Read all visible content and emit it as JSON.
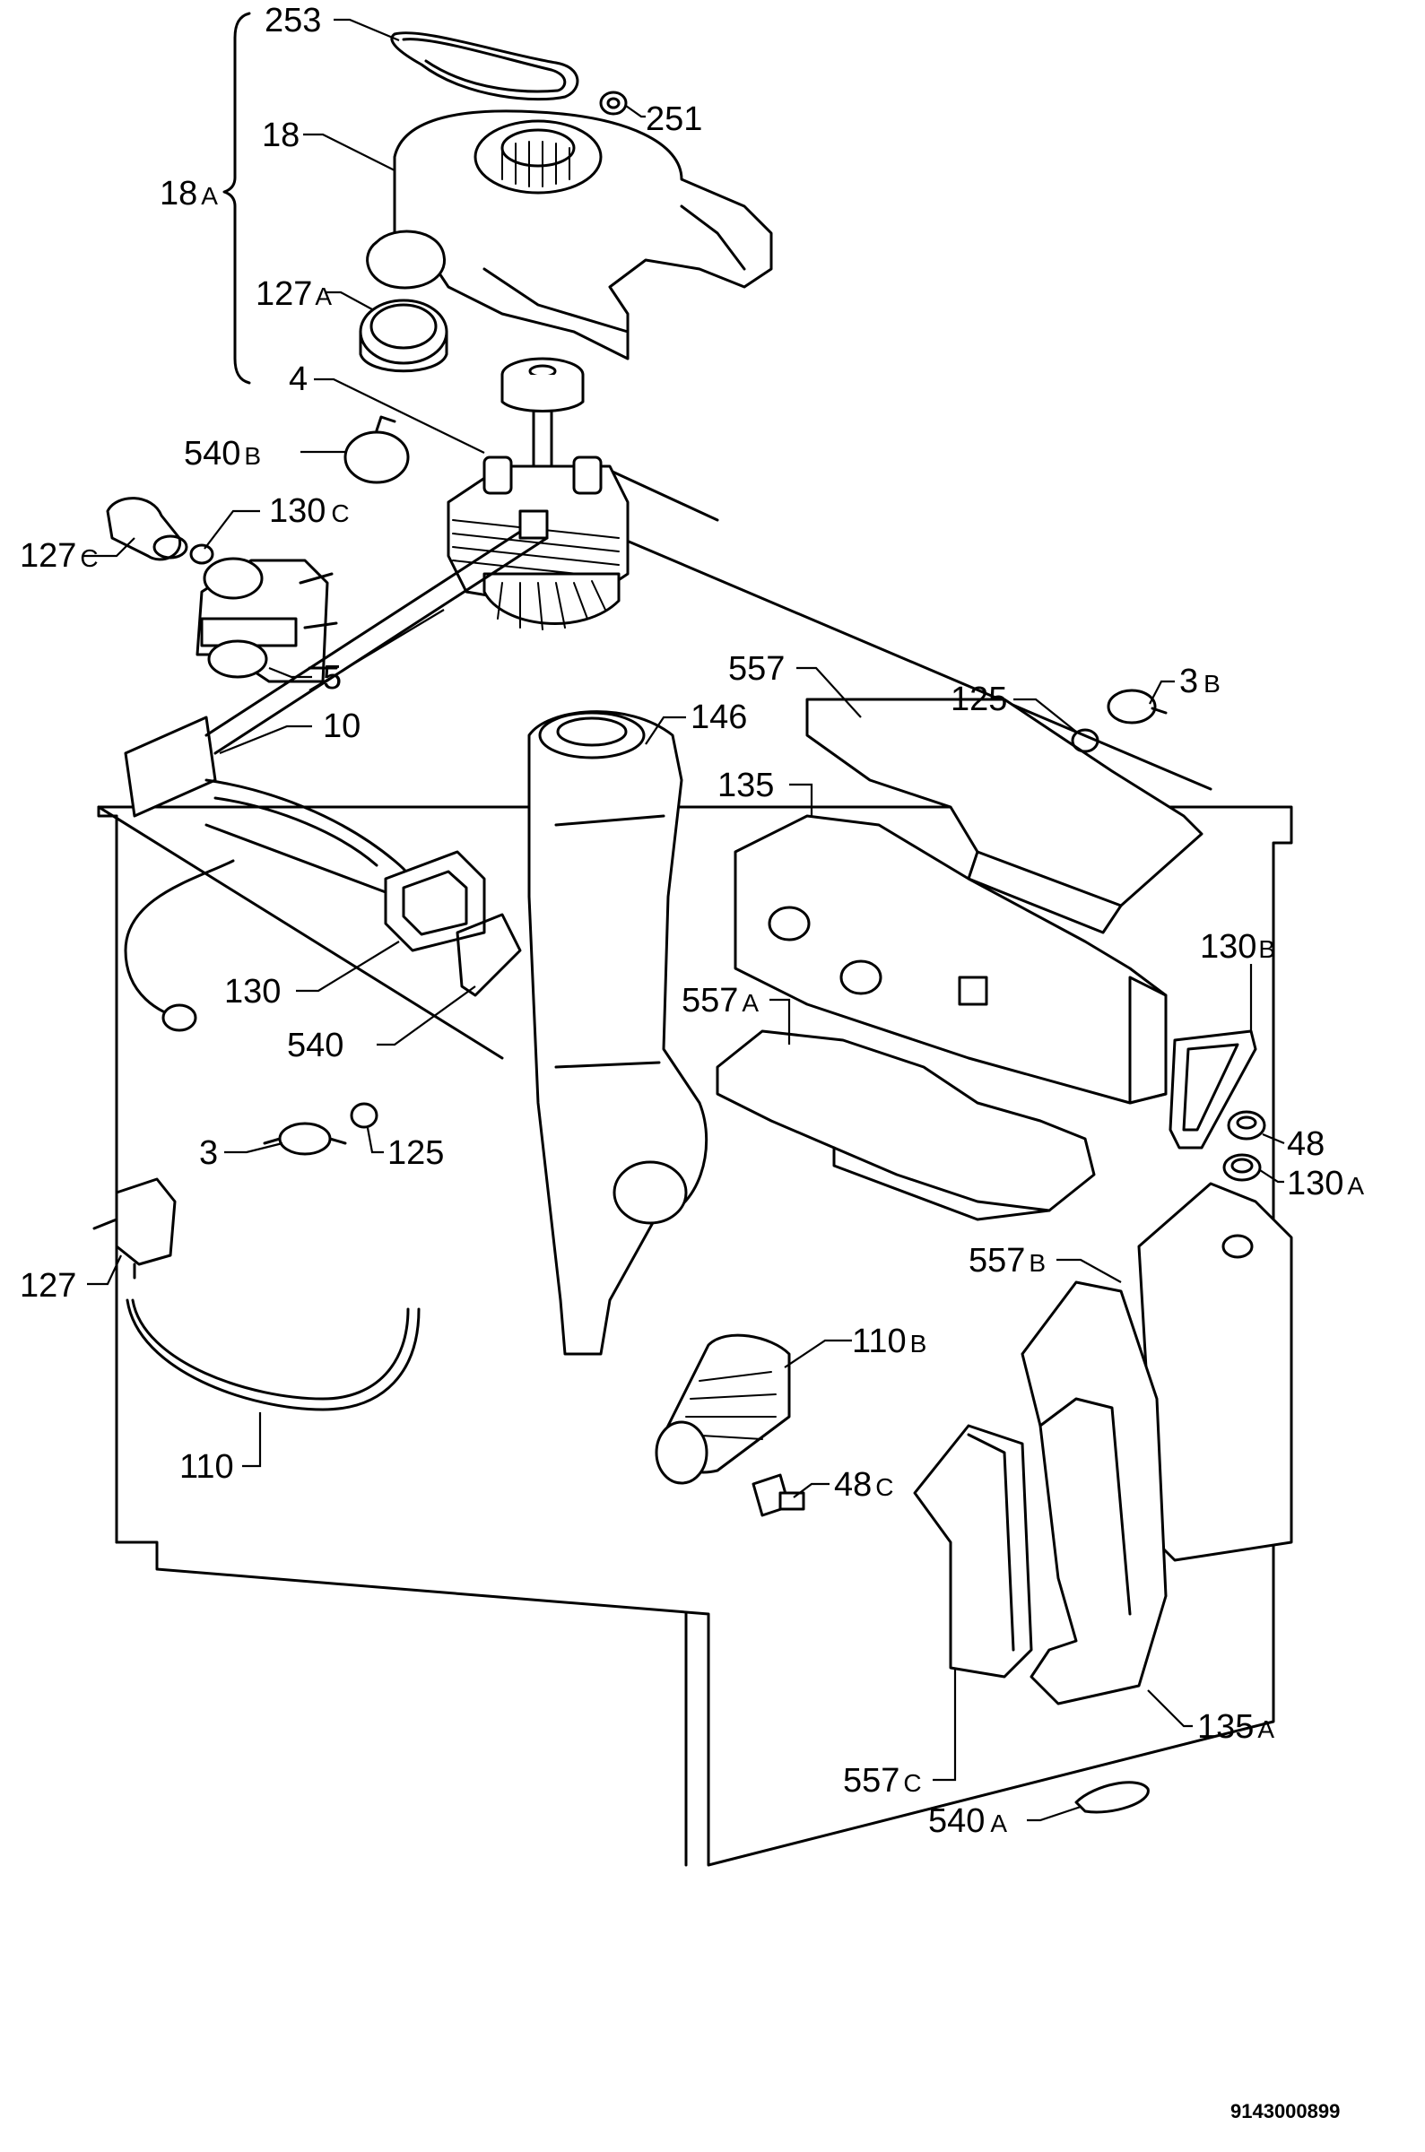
{
  "part_labels": {
    "p253": {
      "num": "253",
      "sfx": ""
    },
    "p251": {
      "num": "251",
      "sfx": ""
    },
    "p18": {
      "num": "18",
      "sfx": ""
    },
    "p18a": {
      "num": "18",
      "sfx": "A"
    },
    "p127a": {
      "num": "127",
      "sfx": "A"
    },
    "p4": {
      "num": "4",
      "sfx": ""
    },
    "p540b": {
      "num": "540",
      "sfx": "B"
    },
    "p130c": {
      "num": "130",
      "sfx": "C"
    },
    "p127c": {
      "num": "127",
      "sfx": "C"
    },
    "p5": {
      "num": "5",
      "sfx": ""
    },
    "p10": {
      "num": "10",
      "sfx": ""
    },
    "p146": {
      "num": "146",
      "sfx": ""
    },
    "p557": {
      "num": "557",
      "sfx": ""
    },
    "p125t": {
      "num": "125",
      "sfx": ""
    },
    "p3b": {
      "num": "3",
      "sfx": "B"
    },
    "p135": {
      "num": "135",
      "sfx": ""
    },
    "p130b": {
      "num": "130",
      "sfx": "B"
    },
    "p557a": {
      "num": "557",
      "sfx": "A"
    },
    "p130": {
      "num": "130",
      "sfx": ""
    },
    "p540": {
      "num": "540",
      "sfx": ""
    },
    "p125": {
      "num": "125",
      "sfx": ""
    },
    "p3": {
      "num": "3",
      "sfx": ""
    },
    "p48": {
      "num": "48",
      "sfx": ""
    },
    "p130a": {
      "num": "130",
      "sfx": "A"
    },
    "p127": {
      "num": "127",
      "sfx": ""
    },
    "p557b": {
      "num": "557",
      "sfx": "B"
    },
    "p110b": {
      "num": "110",
      "sfx": "B"
    },
    "p110": {
      "num": "110",
      "sfx": ""
    },
    "p48c": {
      "num": "48",
      "sfx": "C"
    },
    "p135a": {
      "num": "135",
      "sfx": "A"
    },
    "p557c": {
      "num": "557",
      "sfx": "C"
    },
    "p540a": {
      "num": "540",
      "sfx": "A"
    }
  },
  "drawing_code": "9143000899",
  "colors": {
    "ink": "#000000",
    "paper": "#ffffff"
  }
}
